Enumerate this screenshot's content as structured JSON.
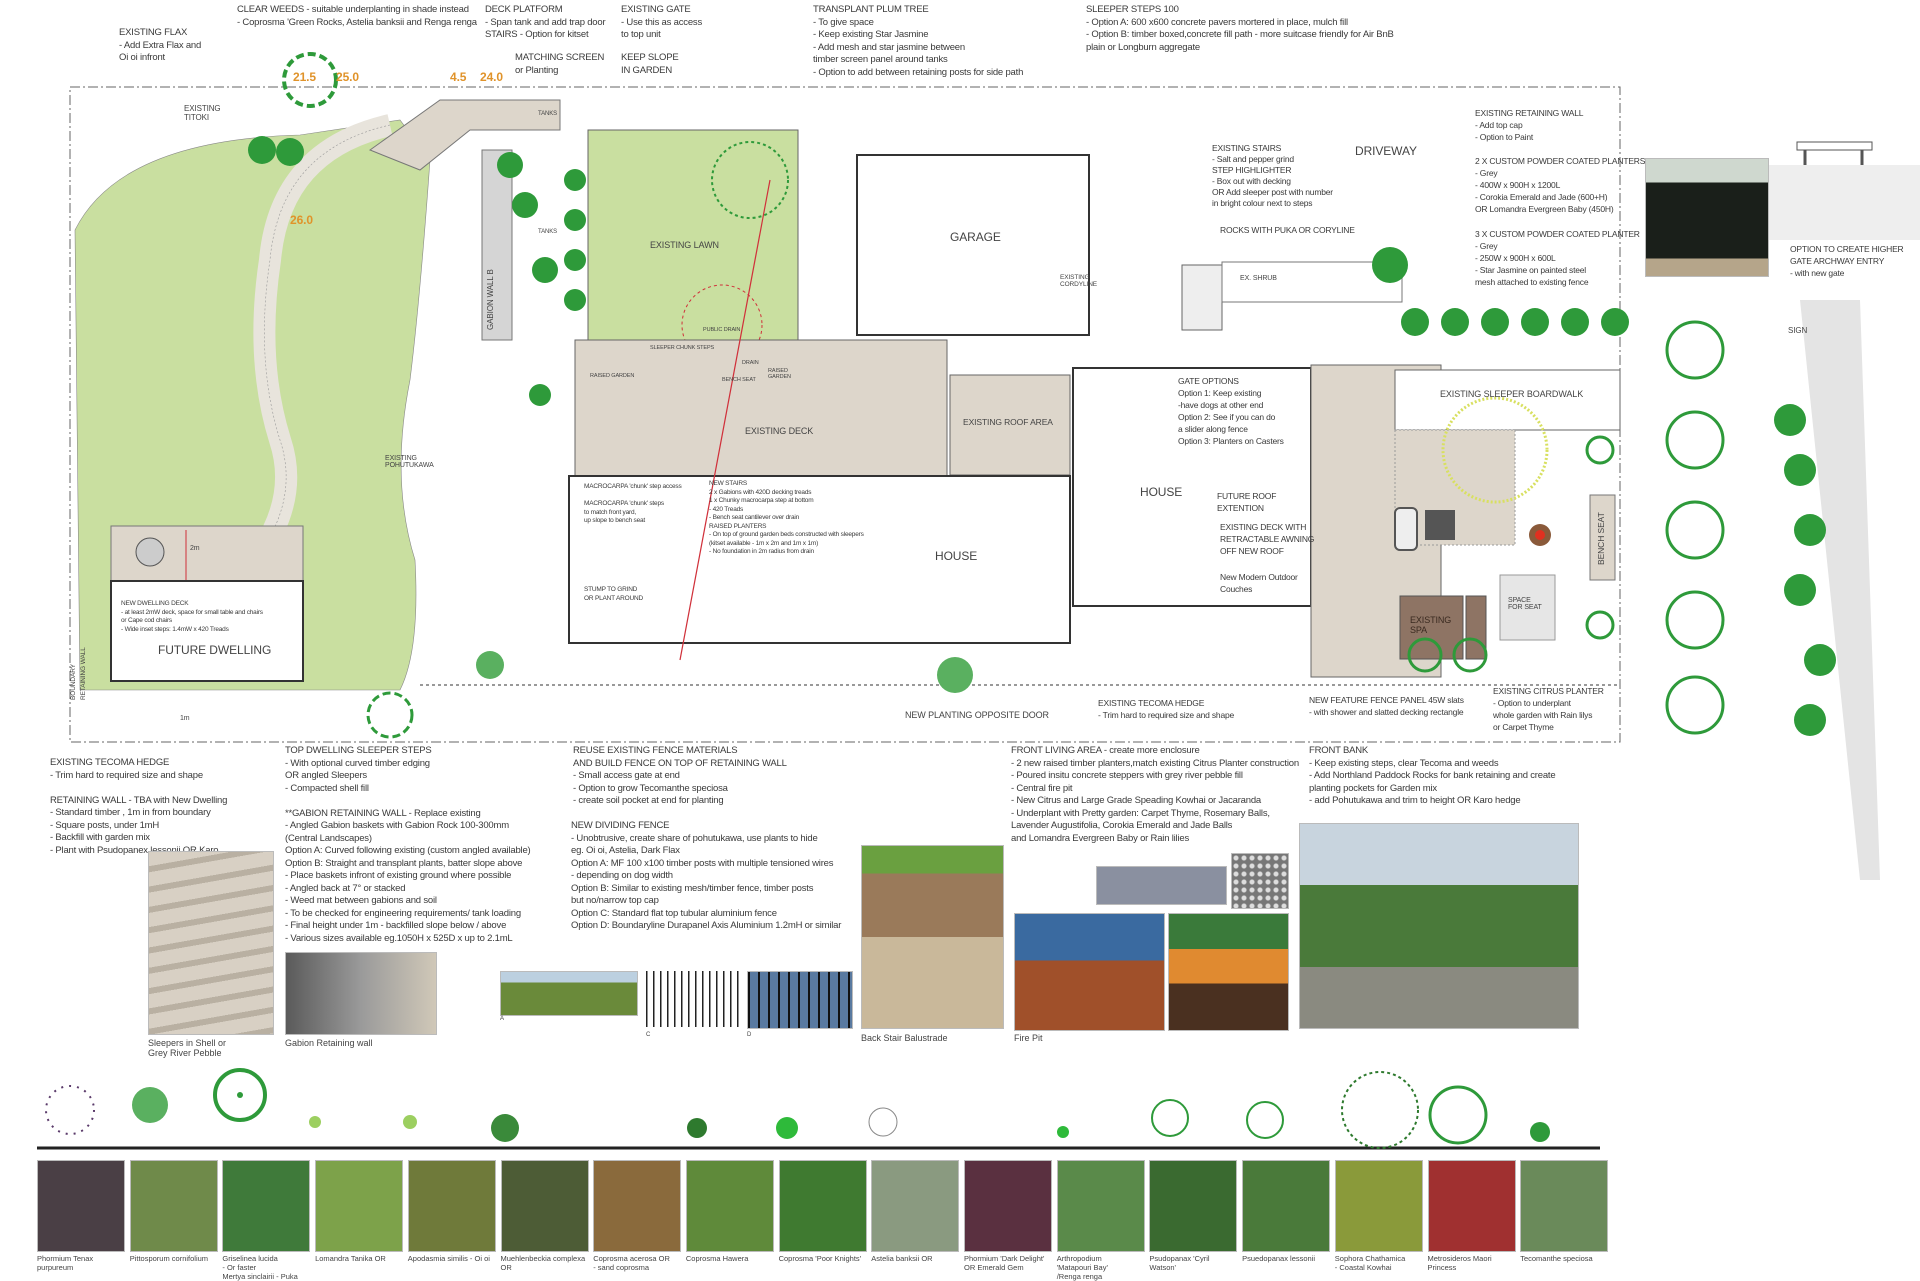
{
  "top_notes": {
    "existing_flax": "EXISTING FLAX\n- Add Extra Flax and\n  Oi oi infront",
    "clear_weeds": "CLEAR WEEDS - suitable underplanting in shade instead\n- Coprosma 'Green Rocks, Astelia banksii and Renga renga",
    "deck_platform": "DECK PLATFORM\n- Span tank and add trap door\nSTAIRS - Option for kitset",
    "existing_gate": "EXISTING GATE\n- Use this as access\n  to top unit",
    "matching_screen": "MATCHING SCREEN\nor Planting",
    "keep_slope": "KEEP SLOPE\nIN GARDEN",
    "transplant_plum": "TRANSPLANT PLUM TREE\n- To give space\n- Keep existing Star Jasmine\n- Add mesh and star jasmine between\n  timber screen panel around tanks\n- Option to add between retaining posts for side path",
    "sleeper_steps": "SLEEPER STEPS 100\n- Option A: 600 x600 concrete pavers mortered in place, mulch fill\n- Option B: timber boxed,concrete fill path - more suitcase friendly for Air BnB\n  plain or Longburn aggregate"
  },
  "contours": [
    "21.5",
    "25.0",
    "4.5",
    "24.0",
    "26.0"
  ],
  "plan_labels": {
    "existing_titoki": "EXISTING\nTITOKI",
    "tanks_1": "TANKS",
    "tanks_2": "TANKS",
    "gabion_wall_b": "GABION WALL B",
    "existing_lawn": "EXISTING LAWN",
    "public_drain": "PUBLIC DRAIN",
    "sleeper_chunk_steps": "SLEEPER CHUNK STEPS",
    "raised_garden_1": "RAISED GARDEN",
    "drain": "DRAIN",
    "bench_seat_small": "BENCH SEAT",
    "raised_garden_2": "RAISED\nGARDEN",
    "garage": "GARAGE",
    "existing_deck": "EXISTING DECK",
    "existing_roof_area": "EXISTING ROOF AREA",
    "house_1": "HOUSE",
    "house_2": "HOUSE",
    "existing_pohutukawa": "EXISTING\nPOHUTUKAWA",
    "existing_cordyline": "EXISTING\nCORDYLINE",
    "driveway": "DRIVEWAY",
    "ex_shrub": "EX. SHRUB",
    "sign": "SIGN",
    "existing_sleeper_boardwalk": "EXISTING SLEEPER BOARDWALK",
    "bench_seat": "BENCH SEAT",
    "space_for_seat": "SPACE\nFOR SEAT",
    "existing_spa": "EXISTING\nSPA",
    "future_dwelling": "FUTURE DWELLING",
    "two_m": "2m",
    "one_m": "1m",
    "boundary": "BOUNDARY",
    "retaining_wall": "RETAINING WALL",
    "new_planting_opposite_door": "NEW PLANTING OPPOSITE DOOR"
  },
  "plan_notes": {
    "existing_stairs": "EXISTING STAIRS\n- Salt and pepper grind\nSTEP HIGHLIGHTER\n- Box out with decking\n  OR Add sleeper post with number\n  in bright colour next to steps",
    "rocks_puka": "ROCKS WITH PUKA OR CORYLINE",
    "existing_retaining_wall": "EXISTING RETAINING WALL\n- Add top cap\n- Option to Paint",
    "planters_2x": "2 X CUSTOM POWDER COATED PLANTERS\n- Grey\n- 400W x 900H x 1200L\n- Corokia Emerald and Jade (600+H)\n  OR Lomandra Evergreen Baby (450H)",
    "planters_3x": "3 X CUSTOM POWDER COATED PLANTER\n- Grey\n- 250W x 900H x 600L\n- Star Jasmine on painted steel\n  mesh attached to existing fence",
    "gate_archway": "OPTION TO CREATE HIGHER\nGATE ARCHWAY ENTRY\n- with new gate",
    "gate_options": "GATE OPTIONS\nOption 1: Keep existing\n-have dogs at other end\nOption 2: See if you can do\n a slider along fence\nOption 3: Planters on Casters",
    "future_roof": "FUTURE ROOF\nEXTENTION",
    "existing_deck_awning": "EXISTING DECK WITH\nRETRACTABLE AWNING\nOFF NEW ROOF",
    "couches": "New Modern Outdoor\nCouches",
    "macrocarpa_access": "MACROCARPA 'chunk' step access",
    "macrocarpa_steps": "MACROCARPA 'chunk' steps\nto match front yard,\nup slope to bench seat",
    "new_stairs": "NEW STAIRS\n2 x Gabions with 420D decking treads\n1 x Chunky macrocarpa step at bottom\n- 420 Treads\n- Bench seat cantilever over drain\nRAISED PLANTERS\n- On top of ground garden beds constructed with sleepers\n  (kitset available - 1m x 2m and 1m x 1m)\n- No foundation in 2m radius from drain",
    "stump": "STUMP TO GRIND\nOR PLANT AROUND",
    "new_dwelling_deck": "NEW DWELLING DECK\n- at least 2mW deck, space for small table and chairs\n  or Cape cod chairs\n- Wide inset steps: 1.4mW x 420 Treads",
    "tecoma_mid": "EXISTING TECOMA HEDGE\n- Trim hard to required size and shape",
    "feature_fence": "NEW FEATURE FENCE PANEL  45W slats\n- with shower and slatted decking rectangle",
    "citrus_planter": "EXISTING CITRUS PLANTER\n- Option to underplant\nwhole garden with Rain lilys\nor Carpet Thyme"
  },
  "bottom_notes": {
    "tecoma_retaining": "EXISTING TECOMA HEDGE\n- Trim hard to required size and shape\n\nRETAINING WALL - TBA with New Dwelling\n- Standard timber , 1m in from boundary\n- Square posts, under 1mH\n- Backfill with garden mix\n- Plant with Psudopanex lessonii OR Karo",
    "top_dwelling_steps": "TOP DWELLING SLEEPER STEPS\n- With optional curved timber edging\n  OR angled Sleepers\n- Compacted shell fill\n\n**GABION RETAINING WALL - Replace existing\n- Angled Gabion baskets with Gabion Rock 100-300mm\n  (Central Landscapes)\nOption A: Curved following existing (custom angled available)\nOption B: Straight and transplant plants, batter slope above\n- Place baskets infront of existing ground where possible\n- Angled back at 7° or stacked\n- Weed mat between gabions and soil\n- To be checked for engineering requirements/ tank loading\n- Final height under 1m - backfilled slope below / above\n- Various sizes available eg.1050H x 525D x up to 2.1mL",
    "reuse_fence": "REUSE EXISTING FENCE MATERIALS\nAND BUILD FENCE ON TOP OF RETAINING WALL\n- Small access gate at end\n- Option to grow Tecomanthe speciosa\n- create soil pocket at end for planting",
    "dividing_fence": "NEW DIVIDING FENCE\n- Unobtrusive, create share of pohutukawa, use plants to hide\neg. Oi oi, Astelia, Dark Flax\nOption A: MF 100 x100 timber posts with multiple tensioned wires\n- depending on dog width\nOption B: Similar to existing mesh/timber fence, timber posts\n  but no/narrow top cap\nOption C: Standard flat top tubular aluminium fence\nOption D: Boundaryline Durapanel Axis  Aluminium 1.2mH or similar",
    "front_living": "FRONT LIVING AREA - create more enclosure\n- 2 new raised timber planters,match existing Citrus Planter construction\n- Poured insitu concrete steppers with grey river pebble fill\n- Central fire pit\n- New Citrus and Large Grade Speading Kowhai or Jacaranda\n- Underplant with Pretty garden: Carpet Thyme, Rosemary Balls,\nLavender Augustifolia, Corokia Emerald and Jade Balls\nand Lomandra Evergreen Baby or Rain lilies",
    "front_bank": "FRONT BANK\n- Keep existing steps, clear Tecoma and weeds\n- Add Northland Paddock Rocks  for bank retaining and create\n   planting pockets for Garden mix\n-  add Pohutukawa and trim to height OR Karo hedge"
  },
  "photo_captions": {
    "sleepers": "Sleepers in Shell or\nGrey  River Pebble",
    "gabion": "Gabion Retaining wall",
    "fence_a": "A",
    "fence_c": "C",
    "fence_d": "D",
    "balustrade": "Back Stair Balustrade",
    "fire_pit": "Fire Pit"
  },
  "plants": [
    {
      "label": "Phormium Tenax\npurpureum",
      "color": "#4a3f45"
    },
    {
      "label": "Pittosporum cornifolium",
      "color": "#6f8a4a"
    },
    {
      "label": "Griselinea lucida\n- Or faster\nMertya sinclairii - Puka",
      "color": "#3f7a3a"
    },
    {
      "label": "Lomandra Tanika    OR",
      "color": "#7da24a"
    },
    {
      "label": "Apodasmia similis - Oi oi",
      "color": "#6f7a3a"
    },
    {
      "label": "Muehlenbeckia complexa  OR",
      "color": "#4d5c36"
    },
    {
      "label": "Coprosma acerosa  OR\n- sand coprosma",
      "color": "#8a6a3c"
    },
    {
      "label": "Coprosma Hawera",
      "color": "#5f8a3a"
    },
    {
      "label": "Coprosma 'Poor Knights'",
      "color": "#3f7a30"
    },
    {
      "label": "Astelia banksii  OR",
      "color": "#8a9a80"
    },
    {
      "label": "Phormium 'Dark Delight'\nOR Emerald Gem",
      "color": "#5a3040"
    },
    {
      "label": "Arthropodium\n'Matapouri Bay'\n/Renga renga",
      "color": "#5a8a4a"
    },
    {
      "label": "Psudopanax 'Cyril Watson'",
      "color": "#3a6a30"
    },
    {
      "label": "Psuedopanax  lessonii",
      "color": "#4a7a3a"
    },
    {
      "label": "Sophora Chathamica\n- Coastal Kowhai",
      "color": "#8a9a3a"
    },
    {
      "label": "Metrosideros Maori Princess",
      "color": "#a03030"
    },
    {
      "label": "Tecomanthe speciosa",
      "color": "#6a8a5a"
    }
  ],
  "colors": {
    "lawn": "#c9dfa0",
    "deck": "#ddd6cb",
    "plant_green": "#2e9a3a",
    "contour": "#e0932a",
    "drain_line": "#d0303a"
  }
}
